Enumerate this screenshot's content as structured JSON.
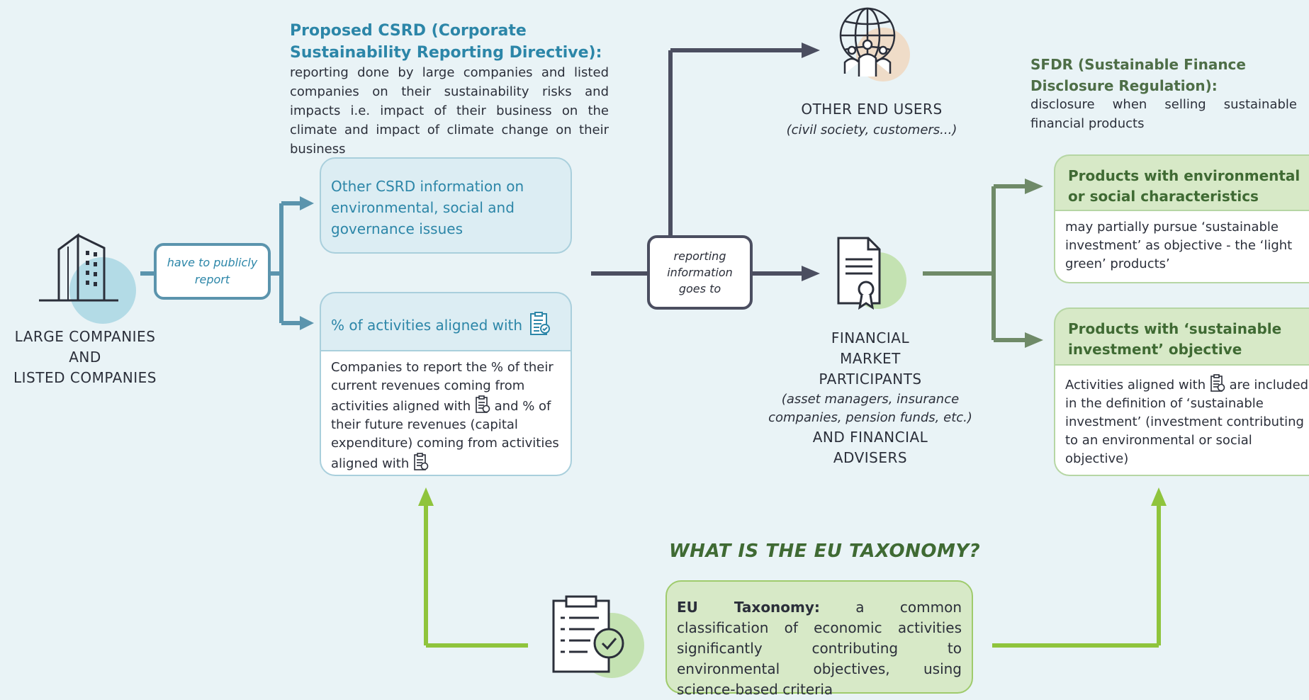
{
  "csrd": {
    "title": "Proposed CSRD (Corporate Sustainability Reporting Directive):",
    "description": "reporting done by large companies and listed companies on their sustainability risks and impacts i.e. impact of their business on the climate and impact of climate change on their business"
  },
  "companies": {
    "line1": "LARGE COMPANIES",
    "line2": "AND",
    "line3": "LISTED COMPANIES"
  },
  "have_to_report": "have to publicly report",
  "other_csrd_box": "Other CSRD information on environmental, social and governance issues",
  "aligned_box": {
    "header": "% of activities aligned with",
    "body_part1": "Companies to report the % of their current revenues coming from activities aligned with",
    "body_part2": "and % of their future revenues (capital expenditure) coming from activities aligned with"
  },
  "reporting_goes_to": "reporting information goes to",
  "other_end_users": {
    "title": "OTHER END USERS",
    "subtitle": "(civil society, customers...)"
  },
  "fmp": {
    "line1": "FINANCIAL",
    "line2": "MARKET",
    "line3": "PARTICIPANTS",
    "examples": "(asset managers, insurance companies, pension funds, etc.)",
    "line4": "AND FINANCIAL",
    "line5": "ADVISERS"
  },
  "sfdr": {
    "title": "SFDR (Sustainable Finance Disclosure Regulation):",
    "description": "disclosure when selling sustainable financial products"
  },
  "products_env": {
    "header": "Products with environmental or social characteristics",
    "body": "may partially pursue ‘sustainable investment’ as objective - the ‘light green’ products’"
  },
  "products_sust": {
    "header": "Products with ‘sustainable investment’ objective",
    "body_part1": "Activities aligned with",
    "body_part2": "are included in the definition of ‘sustainable investment’ (investment contributing to an environmental or social objective)"
  },
  "taxonomy": {
    "question": "WHAT IS THE EU TAXONOMY?",
    "term": "EU Taxonomy:",
    "definition": "a common classification of economic activities significantly contributing to environmental objectives, using science-based criteria"
  },
  "icons": [
    "building-icon",
    "globe-people-icon",
    "certificate-document-icon",
    "taxonomy-clipboard-icon"
  ],
  "colors": {
    "background": "#e9f3f6",
    "csrd_blue": "#2c86a8",
    "dark_line": "#4b4e60",
    "sfdr_green_line": "#6f8a68",
    "taxonomy_green": "#8fc43c"
  }
}
